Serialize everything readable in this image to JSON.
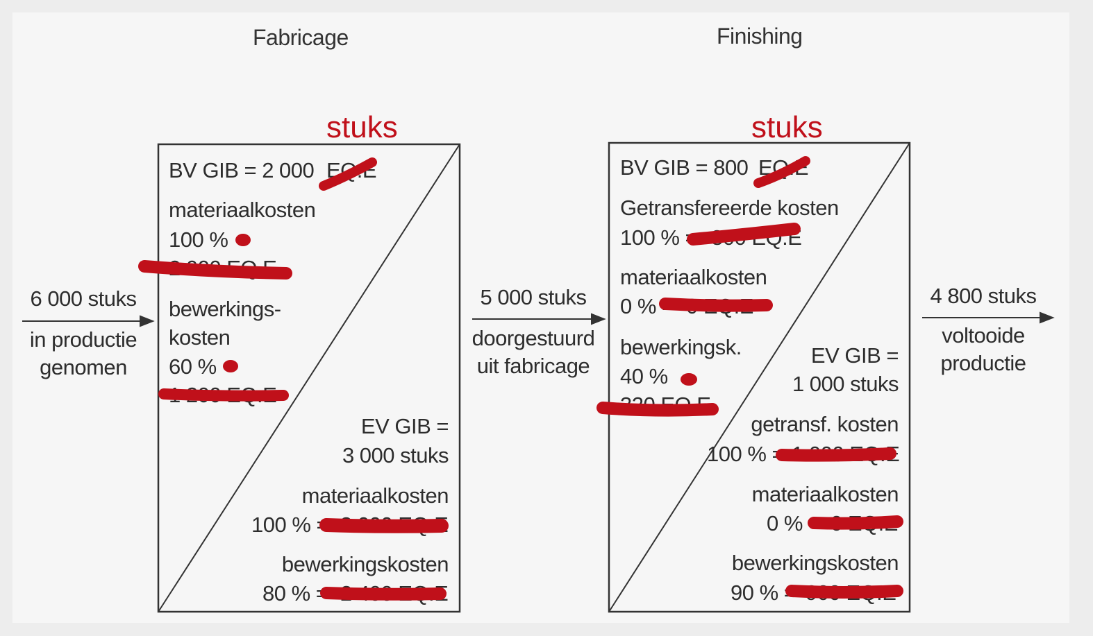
{
  "titles": {
    "fabricage": "Fabricage",
    "finishing": "Finishing"
  },
  "annotations": {
    "stuks_left": "stuks",
    "stuks_right": "stuks"
  },
  "input": {
    "line1": "6 000 stuks",
    "line2": "in productie",
    "line3": "genomen"
  },
  "transfer": {
    "line1": "5 000 stuks",
    "line2": "doorgestuurd",
    "line3": "uit fabricage"
  },
  "output": {
    "line1": "4 800 stuks",
    "line2": "voltooide",
    "line3": "productie"
  },
  "fabricage_box": {
    "bv_gib": "BV GIB = 2 000",
    "bv_unit": "EQ.E",
    "materiaalkosten": "materiaalkosten",
    "mat_pct": "100 %",
    "mat_eq": "2 000 EQ.E",
    "bewerkings": "bewerkings-",
    "kosten": "kosten",
    "bew_pct": "60 %",
    "bew_eq": "1 200 EQ.E",
    "ev_gib": "EV GIB =",
    "ev_stuks": "3 000 stuks",
    "ev_mat_label": "materiaalkosten",
    "ev_mat_pct": "100 % =",
    "ev_mat_eq": "3 000 EQ.E",
    "ev_bew_label": "bewerkingskosten",
    "ev_bew_pct": "80 % =",
    "ev_bew_eq": "2 400 EQ.E"
  },
  "finishing_box": {
    "bv_gib": "BV GIB = 800",
    "bv_unit": "EQ.E",
    "getransf": "Getransfereerde kosten",
    "getransf_pct": "100 % =",
    "getransf_eq": "800 EQ.E",
    "materiaalkosten": "materiaalkosten",
    "mat_pct": "0 % =",
    "mat_eq": "0 EQ.E",
    "bewerkingsk": "bewerkingsk.",
    "bew_pct": "40 %",
    "bew_eq": "320 EQ.E",
    "ev_gib": "EV GIB =",
    "ev_stuks": "1 000 stuks",
    "ev_getransf_label": "getransf. kosten",
    "ev_getransf_pct": "100 % =",
    "ev_getransf_eq": "1 000 EQ.E",
    "ev_mat_label": "materiaalkosten",
    "ev_mat_pct": "0 % =",
    "ev_mat_eq": "0 EQ.E",
    "ev_bew_label": "bewerkingskosten",
    "ev_bew_pct": "90 % =",
    "ev_bew_eq": "900 EQ.E"
  },
  "colors": {
    "ink": "#2d2d2d",
    "redmark": "#c0101a",
    "paper": "#f6f6f6"
  }
}
